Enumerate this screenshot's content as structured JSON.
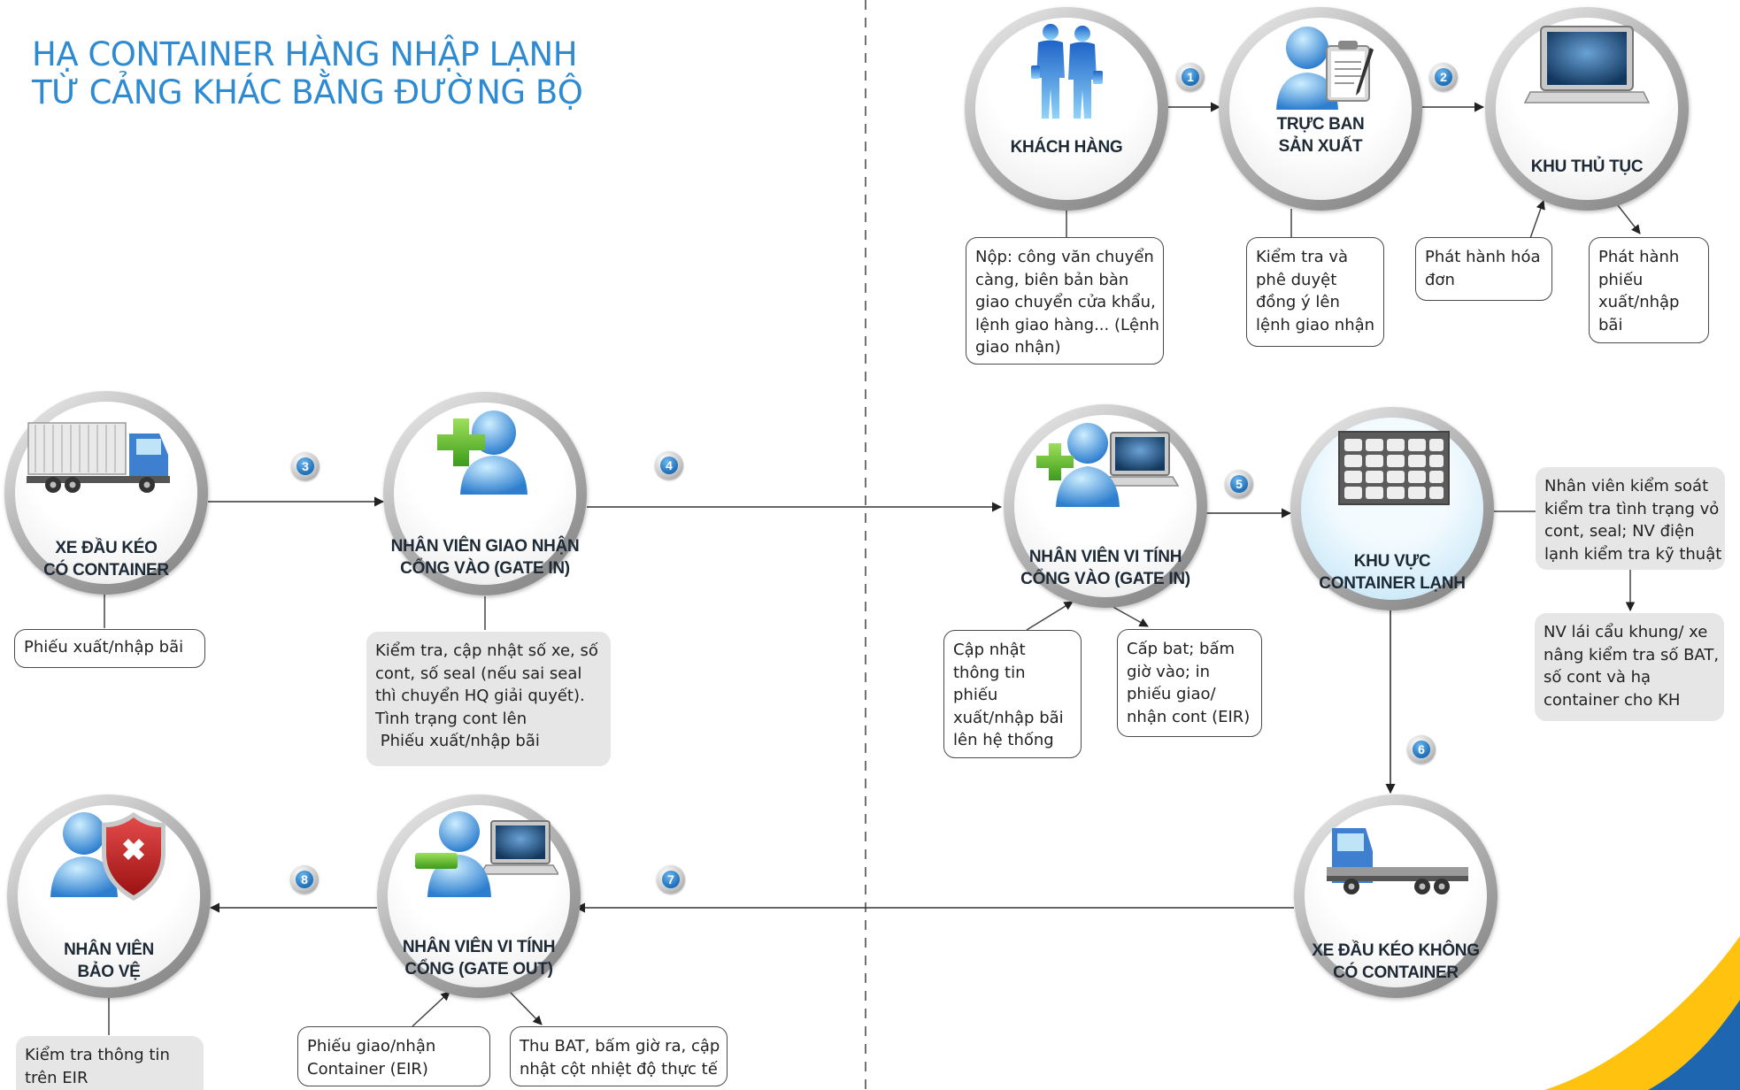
{
  "title": {
    "line1": "HẠ CONTAINER HÀNG NHẬP LẠNH",
    "line2": "TỪ CẢNG KHÁC BẰNG ĐƯỜNG BỘ"
  },
  "colors": {
    "title": "#2e8bd2",
    "badge": "#1d6fb8",
    "brand_yellow": "#ffc20e",
    "brand_blue": "#1e66b0"
  },
  "nodes": {
    "khach_hang": {
      "icon": "businessmen-icon",
      "lines": [
        "KHÁCH HÀNG"
      ]
    },
    "truc_ban": {
      "icon": "user-clipboard-icon",
      "lines": [
        "TRỰC BAN",
        "SẢN XUẤT"
      ]
    },
    "khu_thu_tuc": {
      "icon": "laptop-icon",
      "lines": [
        "KHU THỦ TỤC"
      ]
    },
    "xe_co_container": {
      "icon": "truck-with-container-icon",
      "lines": [
        "XE ĐẦU KÉO",
        "CÓ CONTAINER"
      ]
    },
    "nv_giao_nhan": {
      "icon": "user-add-icon",
      "lines": [
        "NHÂN VIÊN GIAO NHẬN",
        "CỔNG VÀO (GATE IN)"
      ]
    },
    "nv_vi_tinh_in": {
      "icon": "user-add-computer-icon",
      "lines": [
        "NHÂN VIÊN VI TÍNH",
        "CỔNG VÀO (GATE IN)"
      ]
    },
    "khu_lanh": {
      "icon": "reefer-container-icon",
      "lines": [
        "KHU VỰC",
        "CONTAINER LẠNH"
      ]
    },
    "xe_khong_container": {
      "icon": "truck-without-container-icon",
      "lines": [
        "XE ĐẦU KÉO KHÔNG",
        "CÓ CONTAINER"
      ]
    },
    "nv_vi_tinh_out": {
      "icon": "user-remove-computer-icon",
      "lines": [
        "NHÂN VIÊN VI TÍNH",
        "CỔNG (GATE OUT)"
      ]
    },
    "nv_bao_ve": {
      "icon": "user-security-shield-icon",
      "lines": [
        "NHÂN VIÊN",
        "BẢO VỆ"
      ]
    }
  },
  "notes": {
    "khach_hang": [
      "Nộp: công văn chuyển",
      "càng, biên bản bàn",
      "giao chuyển cửa khẩu,",
      "lệnh giao hàng... (Lệnh",
      "giao nhận)"
    ],
    "truc_ban": [
      "Kiểm tra và",
      "phê duyệt",
      "đồng ý lên",
      "lệnh giao nhận"
    ],
    "hoa_don": [
      "Phát hành hóa",
      "đơn"
    ],
    "phieu": [
      "Phát hành",
      "phiếu",
      "xuất/nhập",
      "bãi"
    ],
    "xe_co_container": [
      "Phiếu xuất/nhập bãi"
    ],
    "nv_giao_nhan": [
      "Kiểm tra, cập nhật số xe, số",
      "cont, số seal (nếu sai seal",
      "thì chuyển HQ giải quyết).",
      "Tình trạng cont lên",
      " Phiếu xuất/nhập bãi"
    ],
    "cap_nhat": [
      "Cập nhật",
      "thông tin",
      "phiếu",
      "xuất/nhập bãi",
      "lên hệ thống"
    ],
    "cap_bat": [
      "Cấp bat; bấm",
      "giờ vào; in",
      "phiếu giao/",
      "nhận cont (EIR)"
    ],
    "kiem_soat": [
      "Nhân viên kiểm soát",
      "kiểm tra tình trạng vỏ",
      "cont, seal; NV điện",
      "lạnh kiểm tra kỹ thuật"
    ],
    "lai_cau": [
      "NV lái cẩu khung/ xe",
      "nâng kiểm tra số BAT,",
      "số cont và hạ",
      "container cho KH"
    ],
    "eir_out": [
      "Phiếu giao/nhận",
      "Container (EIR)"
    ],
    "thu_bat": [
      "Thu BAT, bấm giờ ra, cập",
      "nhật cột nhiệt độ thực tế"
    ],
    "bao_ve": [
      "Kiểm tra thông tin",
      "trên EIR"
    ]
  },
  "steps": [
    "1",
    "2",
    "3",
    "4",
    "5",
    "6",
    "7",
    "8"
  ]
}
